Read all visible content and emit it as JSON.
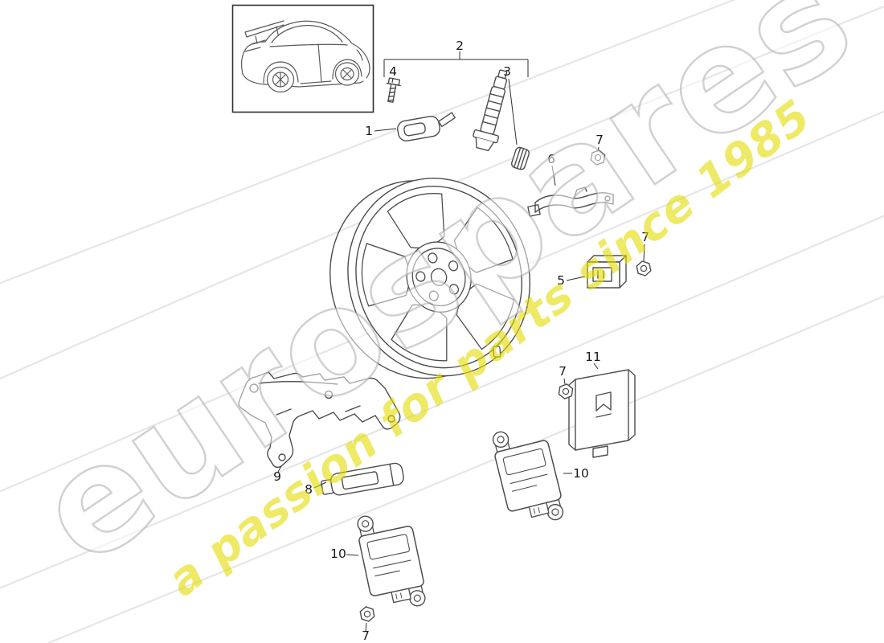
{
  "watermark": {
    "brand": "eurospares",
    "tagline": "a passion for parts since 1985",
    "brand_outline_color": "#a3a3a3",
    "tagline_color": "#e3dc00"
  },
  "diagram": {
    "line_color": "#4d4d4d",
    "background_color": "#ffffff"
  },
  "callouts": {
    "part1": "1",
    "part2": "2",
    "part3": "3",
    "part4": "4",
    "part5": "5",
    "part6": "6",
    "part7_top": "7",
    "part7_right": "7",
    "part7_middle": "7",
    "part7_bottom": "7",
    "part8": "8",
    "part9": "9",
    "part10_right": "10",
    "part10_left": "10",
    "part11": "11"
  }
}
